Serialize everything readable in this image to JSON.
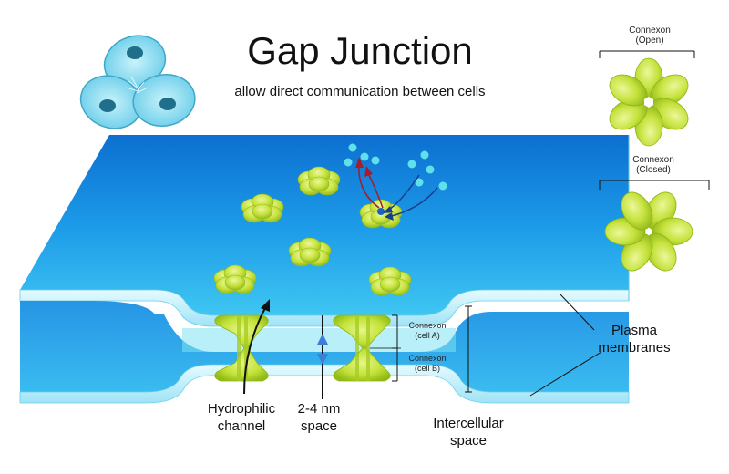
{
  "header": {
    "title": "Gap Junction",
    "subtitle": "allow direct communication between cells"
  },
  "connexon_views": {
    "open_label": "Connexon",
    "open_state": "(Open)",
    "closed_label": "Connexon",
    "closed_state": "(Closed)"
  },
  "labels": {
    "plasma_1": "Plasma",
    "plasma_2": "membranes",
    "hydrophilic_1": "Hydrophilic",
    "hydrophilic_2": "channel",
    "space_1": "2-4 nm",
    "space_2": "space",
    "intercellular_1": "Intercellular",
    "intercellular_2": "space",
    "cell_a_1": "Connexon",
    "cell_a_2": "(cell A)",
    "cell_b_1": "Connexon",
    "cell_b_2": "(cell B)"
  },
  "colors": {
    "membrane_blue": "#1e9bea",
    "membrane_edge": "#bff0fb",
    "connexon_green": "#c2e33a",
    "connexon_dark": "#8fb81a",
    "cell_fill": "#7fdaf0",
    "nucleus": "#1f6f8a"
  }
}
